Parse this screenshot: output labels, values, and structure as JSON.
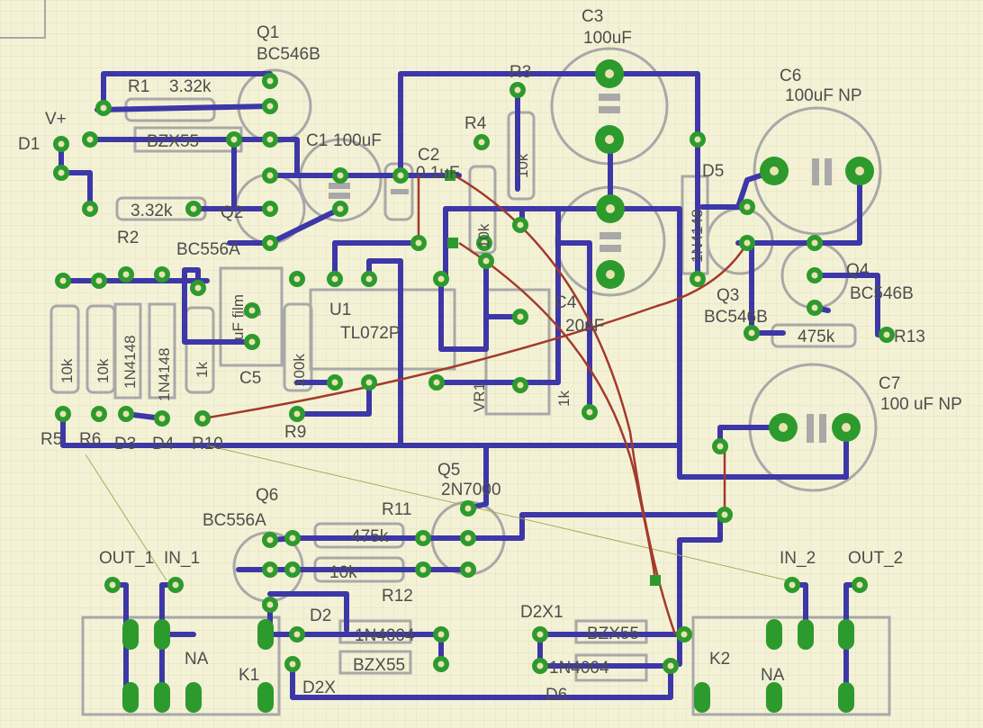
{
  "colors": {
    "background": "#f4f2d6",
    "grid": "#e3e0be",
    "track": "#3d37a8",
    "airwire": "#a33a2c",
    "pad": "#2d9a2d",
    "outline": "#a8a8a8",
    "text": "#4d4d4d",
    "ratsnest": "#aaaa60"
  },
  "components": [
    {
      "ref": "Q1",
      "value": "BC546B"
    },
    {
      "ref": "Q2",
      "value": "BC556A"
    },
    {
      "ref": "Q3",
      "value": "BC546B"
    },
    {
      "ref": "Q4",
      "value": "BC546B"
    },
    {
      "ref": "Q5",
      "value": "2N7000"
    },
    {
      "ref": "Q6",
      "value": "BC556A"
    },
    {
      "ref": "R1",
      "value": "3.32k"
    },
    {
      "ref": "R2",
      "value": "3.32k"
    },
    {
      "ref": "R3",
      "value": "10k"
    },
    {
      "ref": "R4",
      "value": "10k"
    },
    {
      "ref": "R5",
      "value": "10k"
    },
    {
      "ref": "R6",
      "value": "10k"
    },
    {
      "ref": "R9",
      "value": "100k"
    },
    {
      "ref": "R10",
      "value": "1k"
    },
    {
      "ref": "R11",
      "value": "475k"
    },
    {
      "ref": "R12",
      "value": "10k"
    },
    {
      "ref": "R13",
      "value": "475k"
    },
    {
      "ref": "C1",
      "value": "100uF"
    },
    {
      "ref": "C2",
      "value": "0.1uF"
    },
    {
      "ref": "C3",
      "value": "100uF"
    },
    {
      "ref": "C4",
      "value": "20nF"
    },
    {
      "ref": "C5",
      "value": "uF film"
    },
    {
      "ref": "C6",
      "value": "100uF NP"
    },
    {
      "ref": "C7",
      "value": "100 uF NP"
    },
    {
      "ref": "U1",
      "value": "TL072P"
    },
    {
      "ref": "VR1",
      "value": "1k"
    },
    {
      "ref": "D3",
      "value": "1N4148"
    },
    {
      "ref": "D4",
      "value": "1N4148"
    },
    {
      "ref": "D5",
      "value": "1N4148"
    },
    {
      "ref": "D2",
      "value": "1N4004"
    },
    {
      "ref": "D6",
      "value": "1N4004"
    },
    {
      "ref": "D2X",
      "value": "BZX55"
    },
    {
      "ref": "D2X1",
      "value": "BZX55"
    },
    {
      "ref": "K1",
      "value": "NA"
    },
    {
      "ref": "K2",
      "value": "NA"
    }
  ],
  "labels": {
    "q1_ref": "Q1",
    "q1_val": "BC546B",
    "r1_ref": "R1",
    "r1_val": "3.32k",
    "v_plus": "V+",
    "d1": "D1",
    "bzx_top": "BZX55",
    "c1": "C1",
    "c1_val": "100uF",
    "r2_val": "3.32k",
    "r2_ref": "R2",
    "q2_ref": "Q2",
    "q2_val": "BC556A",
    "r3_ref": "R3",
    "r3_val": "10k",
    "r4_ref": "R4",
    "r4_val": "10k",
    "c2_ref": "C2",
    "c2_val": "0.1uF",
    "c3_ref": "C3",
    "c3_val": "100uF",
    "c6_ref": "C6",
    "c6_val": "100uF NP",
    "d5_ref": "D5",
    "d5_val": "1N4148",
    "q3_ref": "Q3",
    "q3_val": "BC546B",
    "q4_ref": "Q4",
    "q4_val": "BC546B",
    "r13_val": "475k",
    "r13_ref": "R13",
    "c7_ref": "C7",
    "c7_val": "100 uF NP",
    "u1_ref": "U1",
    "u1_val": "TL072P",
    "c4_ref": "C4",
    "c4_val": "20nF",
    "vr1_ref": "VR1",
    "vr1_val": "1k",
    "c5_ref": "C5",
    "c5_val": "uF film",
    "r9_ref": "R9",
    "r9_val": "100k",
    "r5_ref": "R5",
    "r5_val": "10k",
    "r6_ref": "R6",
    "r6_val": "10k",
    "d3_ref": "D3",
    "d3_val": "1N4148",
    "d4_ref": "D4",
    "d4_val": "1N4148",
    "r10_ref": "R10",
    "r10_val": "1k",
    "q5_ref": "Q5",
    "q5_val": "2N7000",
    "q6_ref": "Q6",
    "q6_val": "BC556A",
    "r11_ref": "R11",
    "r11_val": "475k",
    "r12_val": "10k",
    "r12_ref": "R12",
    "out1": "OUT_1",
    "in1": "IN_1",
    "in2": "IN_2",
    "out2": "OUT_2",
    "k1_ref": "K1",
    "k1_na": "NA",
    "k2_ref": "K2",
    "k2_na": "NA",
    "d2_ref": "D2",
    "d2_val": "1N4004",
    "d2x_ref": "D2X",
    "d2x_val": "BZX55",
    "d2x1_ref": "D2X1",
    "d2x1_val": "BZX55",
    "d6_ref": "D6",
    "d6_val": "1N4004"
  }
}
